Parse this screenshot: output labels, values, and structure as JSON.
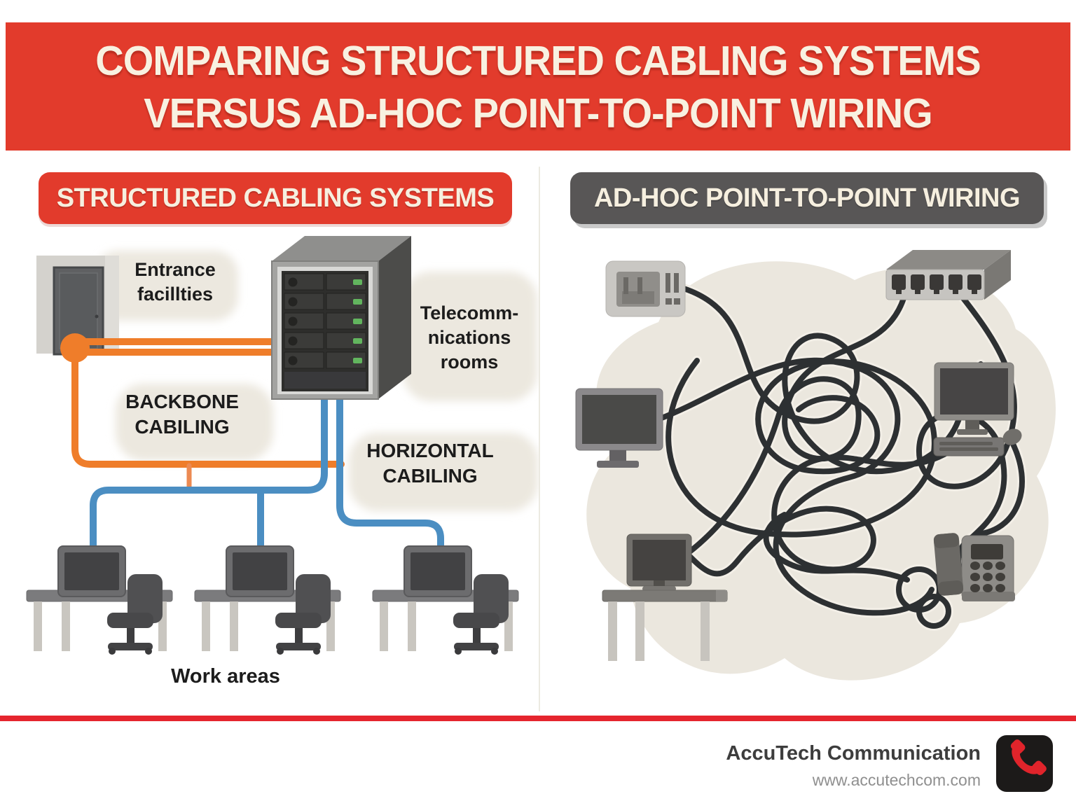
{
  "header": {
    "title_line1": "COMPARING STRUCTURED CABLING SYSTEMS",
    "title_line2": "VERSUS AD-HOC POINT-TO-POINT WIRING"
  },
  "left_panel": {
    "title": "STRUCTURED CABLING SYSTEMS",
    "labels": {
      "entrance": "Entrance\nfacillties",
      "telecom": "Telecomm-\nnications\nrooms",
      "backbone": "BACKBONE\nCABILING",
      "horizontal": "HORIZONTAL\nCABILING",
      "work_areas": "Work areas"
    }
  },
  "right_panel": {
    "title": "AD-HOC POINT-TO-POINT WIRING"
  },
  "footer": {
    "company": "AccuTech Communication",
    "website": "www.accutechcom.com"
  },
  "colors": {
    "banner_red": "#e23b2c",
    "banner_gray": "#585656",
    "cream_text": "#f6efdf",
    "orange_cable": "#ef7d2a",
    "blue_cable": "#4b8ec2",
    "dark_cable": "#2d3032",
    "beige_blob": "#ece8df",
    "divider_red": "#e5252e",
    "logo_red": "#e0242b",
    "logo_black": "#1c1a19"
  }
}
